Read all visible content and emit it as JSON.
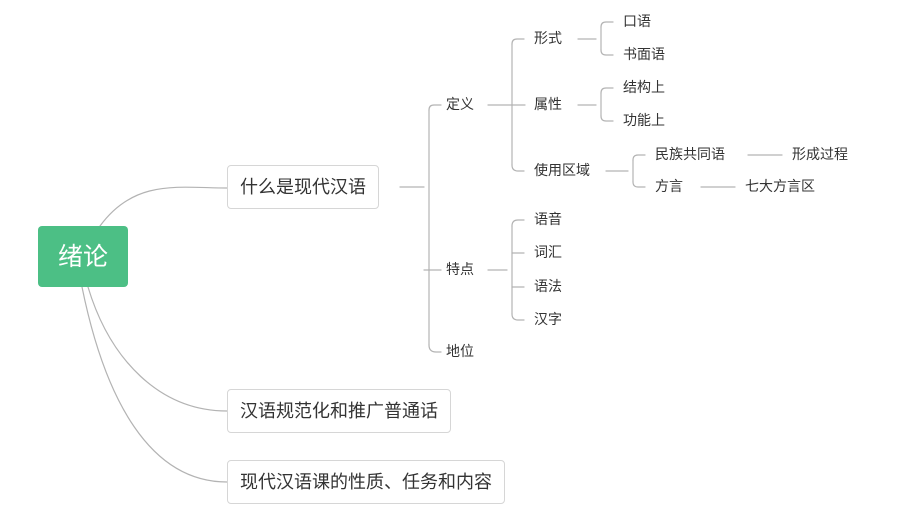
{
  "mindmap": {
    "root": "绪论",
    "branches": [
      "什么是现代汉语",
      "汉语规范化和推广普通话",
      "现代汉语课的性质、任务和内容"
    ],
    "l2": {
      "definition": "定义",
      "features": "特点",
      "status": "地位"
    },
    "definition_children": {
      "form": "形式",
      "attribute": "属性",
      "usage_area": "使用区域"
    },
    "form_children": [
      "口语",
      "书面语"
    ],
    "attribute_children": [
      "结构上",
      "功能上"
    ],
    "usage_children": {
      "common_language": "民族共同语",
      "common_language_child": "形成过程",
      "dialect": "方言",
      "dialect_child": "七大方言区"
    },
    "features_children": [
      "语音",
      "词汇",
      "语法",
      "汉字"
    ]
  },
  "colors": {
    "root_fill": "#4cbf85",
    "connector": "#b3b3b3",
    "box_border": "#d6d6d6",
    "text": "#333333"
  }
}
